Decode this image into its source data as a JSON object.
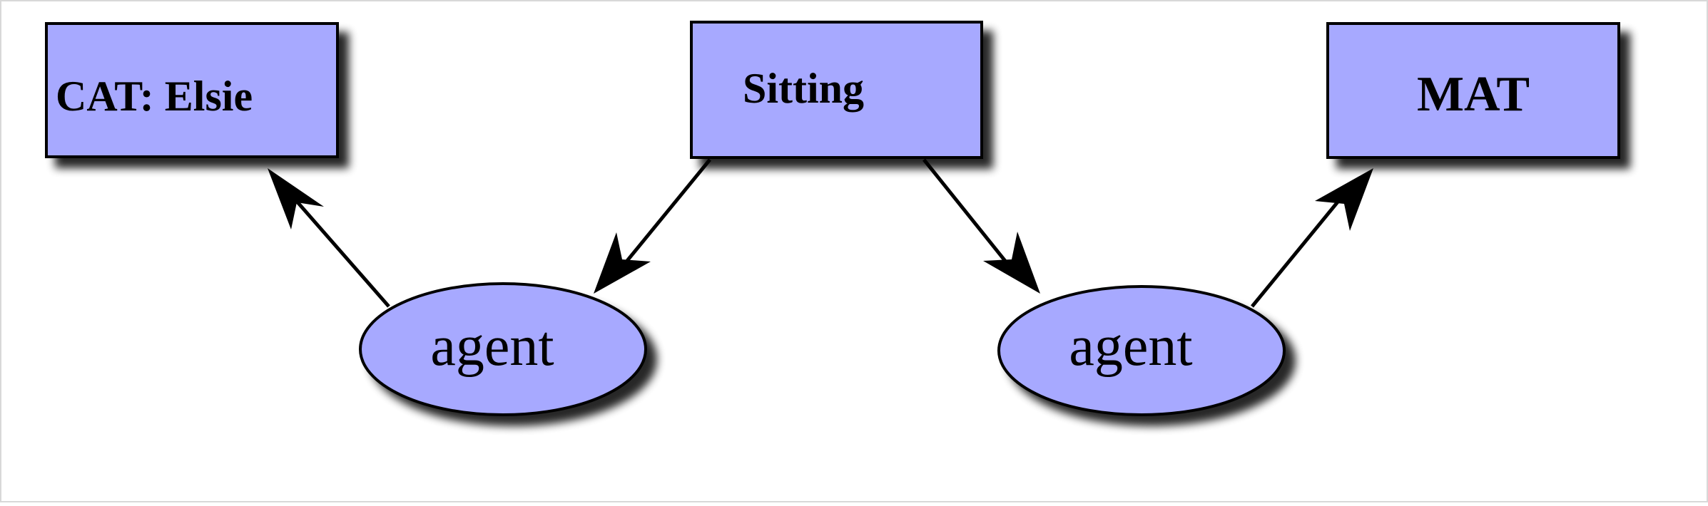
{
  "diagram": {
    "colors": {
      "node_fill": "#a7a9ff",
      "stroke": "#000000",
      "shadow": "#000000",
      "background": "#ffffff"
    },
    "nodes": {
      "cat": {
        "label": "CAT: Elsie",
        "shape": "rectangle"
      },
      "sitting": {
        "label": "Sitting",
        "shape": "rectangle"
      },
      "mat": {
        "label": "MAT",
        "shape": "rectangle"
      },
      "agent_left": {
        "label": "agent",
        "shape": "ellipse"
      },
      "agent_right": {
        "label": "agent",
        "shape": "ellipse"
      }
    },
    "edges": [
      {
        "from": "agent_left",
        "to": "cat"
      },
      {
        "from": "sitting",
        "to": "agent_left"
      },
      {
        "from": "sitting",
        "to": "agent_right"
      },
      {
        "from": "agent_right",
        "to": "mat"
      }
    ]
  }
}
